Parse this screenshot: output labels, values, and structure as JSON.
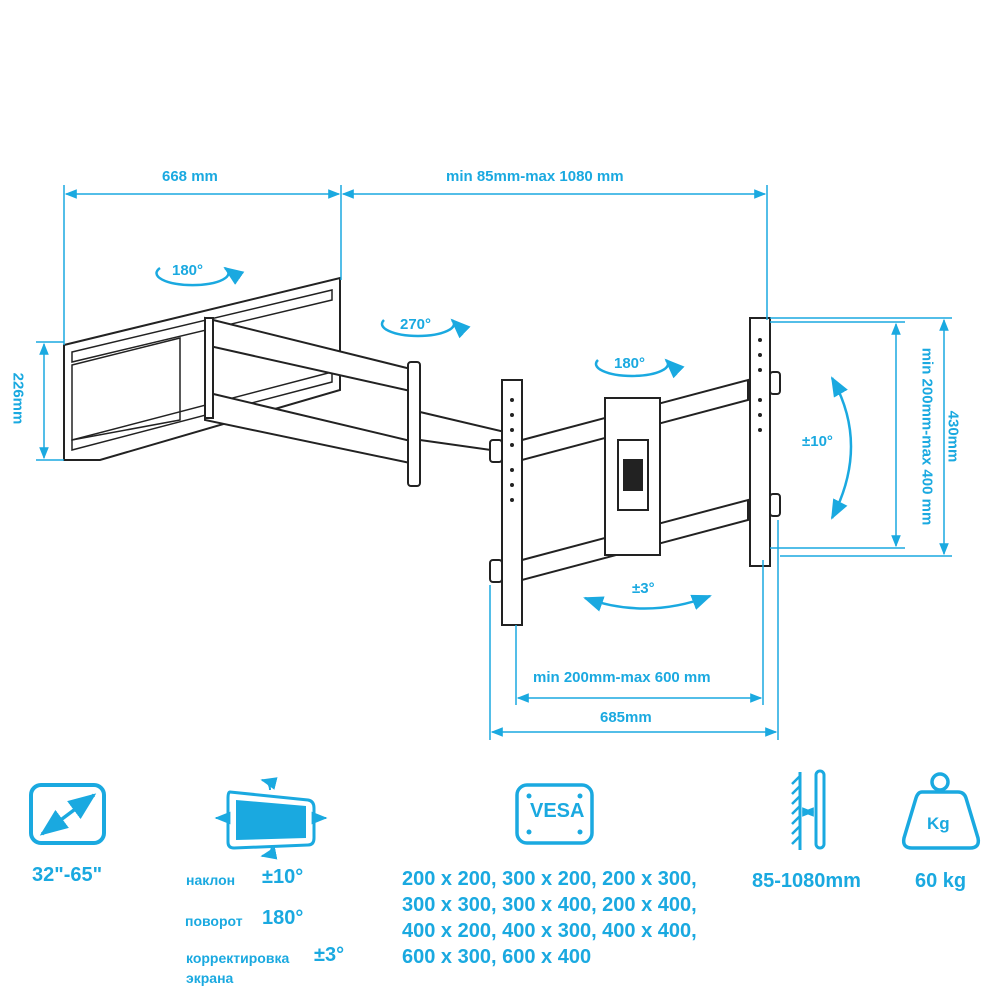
{
  "accent_color": "#1aa9e0",
  "line_color": "#222222",
  "dimensions": {
    "wall_plate_width": "668 mm",
    "arm_extension": "min 85mm-max 1080 mm",
    "wall_plate_height": "226mm",
    "vesa_vertical": "min 200mm-max 400 mm",
    "bracket_height": "430mm",
    "vesa_horizontal": "min 200mm-max 600 mm",
    "bracket_width": "685mm"
  },
  "rotations": {
    "wall_swivel": "180°",
    "arm_swivel": "270°",
    "head_swivel": "180°",
    "tilt": "±10°",
    "level_adjust": "±3°"
  },
  "specs": {
    "screen_size": {
      "icon": "diagonal-arrow-icon",
      "value": "32\"-65\""
    },
    "motion": {
      "icon": "tilting-screen-icon",
      "rows": [
        {
          "label": "наклон",
          "value": "±10°"
        },
        {
          "label": "поворот",
          "value": "180°"
        },
        {
          "label": "корректировка экрана",
          "value": "±3°"
        }
      ]
    },
    "vesa": {
      "icon_text": "VESA",
      "lines": [
        "200 x 200, 300 x 200, 200 x 300,",
        "300 x 300, 300 x 400, 200 x 400,",
        "400 x 200, 400 x 300, 400 x 400,",
        "600 x 300, 600 x 400"
      ]
    },
    "wall_distance": {
      "icon": "wall-distance-icon",
      "value": "85-1080mm"
    },
    "max_load": {
      "icon_text": "Kg",
      "value": "60 kg"
    }
  }
}
